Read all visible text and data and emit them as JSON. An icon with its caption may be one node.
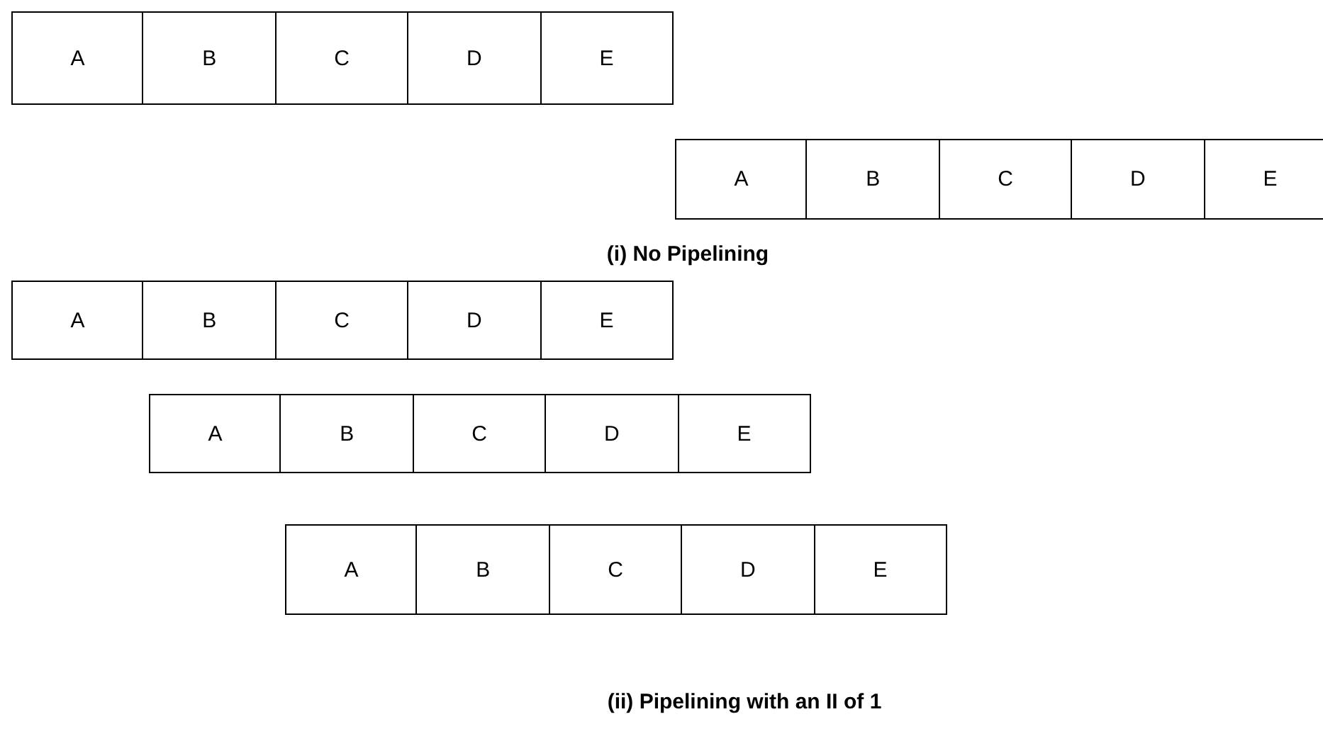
{
  "diagram": {
    "nodes": [
      {
        "text": [
          "A"
        ]
      },
      {
        "text": [
          "B"
        ]
      },
      {
        "text": [
          "C"
        ]
      },
      {
        "text": [
          "D"
        ]
      },
      {
        "text": [
          "E"
        ]
      },
      {
        "text": [
          "A"
        ]
      },
      {
        "text": [
          "B"
        ]
      },
      {
        "text": [
          "C"
        ]
      },
      {
        "text": [
          "D"
        ]
      },
      {
        "text": [
          "E"
        ]
      },
      {
        "text": [
          "A"
        ]
      },
      {
        "text": [
          "B"
        ]
      },
      {
        "text": [
          "C"
        ]
      },
      {
        "text": [
          "D"
        ]
      },
      {
        "text": [
          "E"
        ]
      },
      {
        "text": [
          "A"
        ]
      },
      {
        "text": [
          "B"
        ]
      },
      {
        "text": [
          "C"
        ]
      },
      {
        "text": [
          "D"
        ]
      },
      {
        "text": [
          "E"
        ]
      },
      {
        "text": [
          "A"
        ]
      },
      {
        "text": [
          "B"
        ]
      },
      {
        "text": [
          "C"
        ]
      },
      {
        "text": [
          "D"
        ]
      },
      {
        "text": [
          "E"
        ]
      }
    ],
    "edges": [],
    "labels": [
      "(i) No Pipelining",
      "(ii) Pipelining with an II of 1"
    ]
  }
}
